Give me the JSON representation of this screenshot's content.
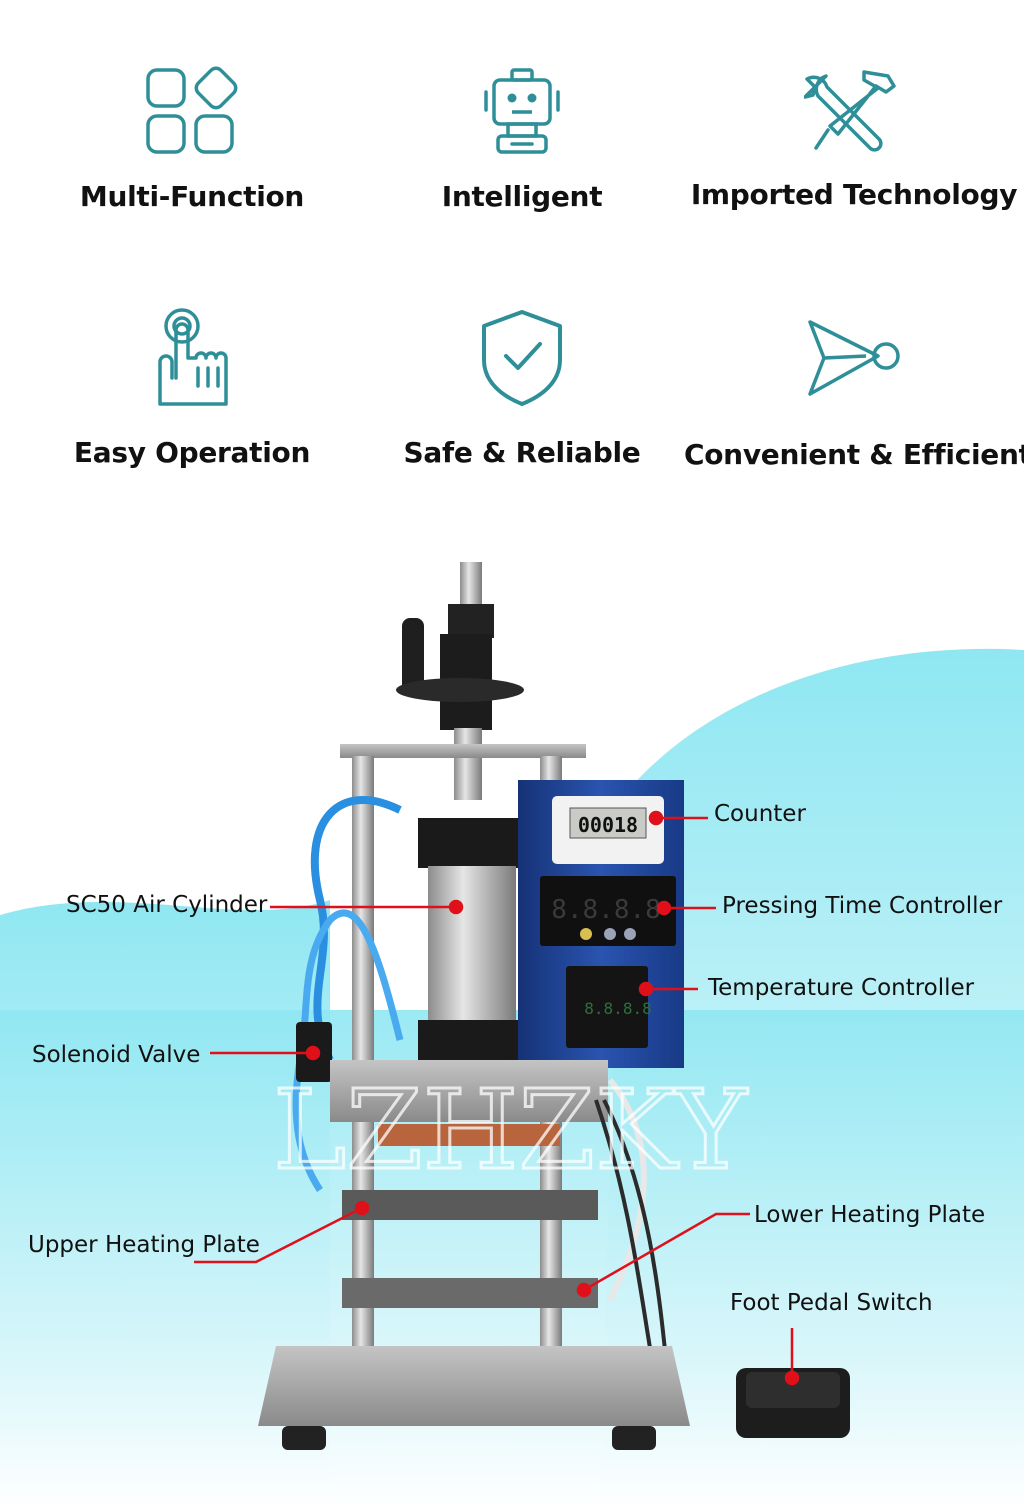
{
  "features": [
    {
      "label": "Multi-Function",
      "icon": "grid-icon"
    },
    {
      "label": "Intelligent",
      "icon": "robot-icon"
    },
    {
      "label": "Imported Technology",
      "icon": "tools-icon"
    },
    {
      "label": "Easy Operation",
      "icon": "touch-icon"
    },
    {
      "label": "Safe & Reliable",
      "icon": "shield-check-icon"
    },
    {
      "label": "Convenient & Efficient",
      "icon": "send-icon"
    }
  ],
  "callouts": {
    "counter": "Counter",
    "air_cylinder": "SC50 Air Cylinder",
    "pressing_time": "Pressing Time Controller",
    "temperature": "Temperature Controller",
    "solenoid": "Solenoid Valve",
    "upper_plate": "Upper Heating Plate",
    "lower_plate": "Lower Heating Plate",
    "foot_pedal": "Foot Pedal Switch"
  },
  "displays": {
    "counter_value": "00018",
    "timer_value": "8.8.8.8",
    "temp_value": "8.8.8.8"
  },
  "watermark": "LZHZKY",
  "colors": {
    "icon": "#2f8f98",
    "accent": "#e0101a",
    "wave": "#8fe0ee",
    "panel": "#1f3f8f"
  }
}
